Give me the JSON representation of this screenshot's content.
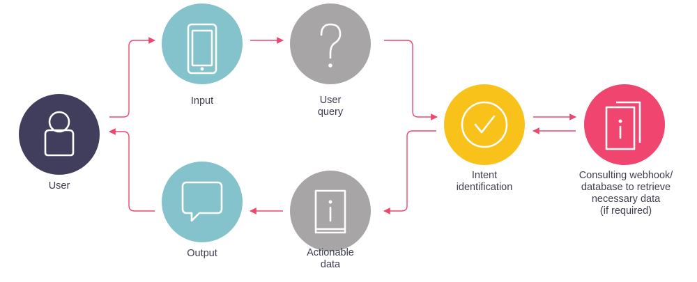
{
  "colors": {
    "user": "#413d5d",
    "teal": "#84c3cb",
    "gray": "#a8a5a6",
    "yellow": "#f9c21b",
    "pink": "#f0456f",
    "arrow": "#f0456f",
    "text": "#3d3d4e"
  },
  "nodes": {
    "user": {
      "label": "User",
      "icon": "person-icon"
    },
    "input": {
      "label": "Input",
      "icon": "smartphone-icon"
    },
    "query": {
      "label": "User\nquery",
      "icon": "question-mark-icon"
    },
    "intent": {
      "label": "Intent\nidentification",
      "icon": "checkmark-circle-icon"
    },
    "database": {
      "label": "Consulting webhook/\ndatabase to retrieve\nnecessary data\n(if required)",
      "icon": "info-documents-icon"
    },
    "actionable": {
      "label": "Actionable\ndata",
      "icon": "info-document-icon"
    },
    "output": {
      "label": "Output",
      "icon": "speech-bubble-icon"
    }
  }
}
